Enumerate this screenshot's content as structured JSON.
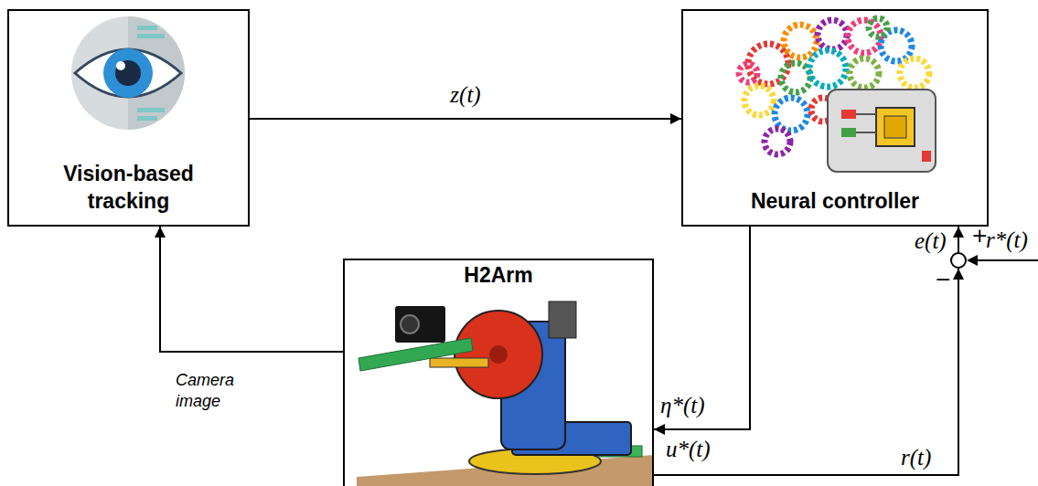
{
  "diagram": {
    "nodes": [
      {
        "text": [
          "Vision-based tracking"
        ]
      },
      {
        "text": [
          "Neural controller"
        ]
      },
      {
        "text": [
          "H2Arm"
        ]
      }
    ],
    "edges": [
      {
        "from": 0,
        "to": 1,
        "arrow": "to",
        "label": "z(t)"
      },
      {
        "from": 1,
        "to": 2,
        "arrow": "to"
      },
      {
        "from": 2,
        "to": 0,
        "arrow": "to",
        "label": "Camera image"
      },
      {
        "from": 2,
        "to": 1,
        "arrow": "to"
      }
    ],
    "labels": [
      "η*(t)",
      "u*(t)",
      "e(t)",
      "+",
      "−",
      "r*(t)",
      "r(t)"
    ]
  }
}
